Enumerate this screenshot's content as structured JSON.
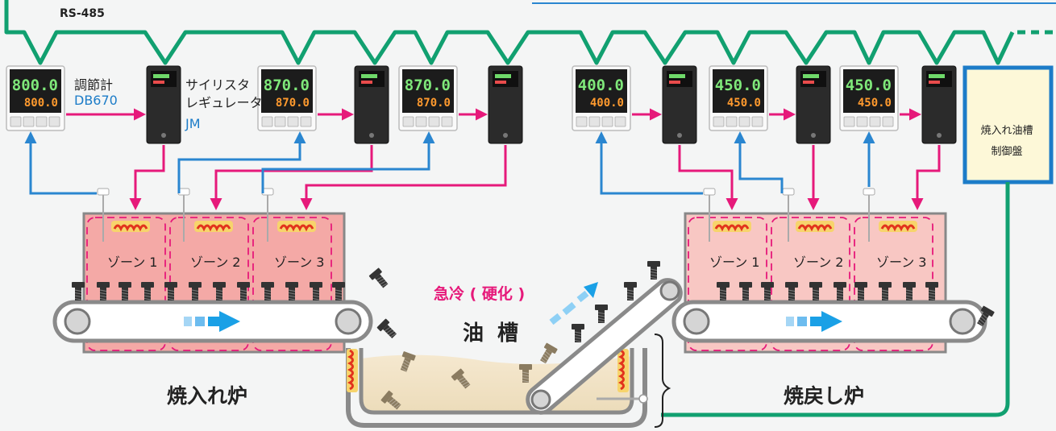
{
  "network": {
    "label": "RS-485"
  },
  "controller_label": {
    "line1": "調節計",
    "model": "DB670"
  },
  "thyristor_label": {
    "line1": "サイリスタ",
    "line2": "レギュレータ",
    "model": "JM"
  },
  "controllers": [
    {
      "pv": "800.0",
      "sv": "800.0"
    },
    {
      "pv": "870.0",
      "sv": "870.0"
    },
    {
      "pv": "870.0",
      "sv": "870.0"
    },
    {
      "pv": "400.0",
      "sv": "400.0"
    },
    {
      "pv": "450.0",
      "sv": "450.0"
    },
    {
      "pv": "450.0",
      "sv": "450.0"
    }
  ],
  "quench_furnace": {
    "name": "焼入れ炉",
    "zones": [
      "ゾーン 1",
      "ゾーン 2",
      "ゾーン 3"
    ]
  },
  "temper_furnace": {
    "name": "焼戻し炉",
    "zones": [
      "ゾーン 1",
      "ゾーン 2",
      "ゾーン 3"
    ]
  },
  "oil_tank": {
    "name": "油 槽",
    "process": "急冷 ( 硬化 )"
  },
  "control_panel": {
    "line1": "焼入れ油槽",
    "line2": "制御盤"
  },
  "colors": {
    "network": "#11a070",
    "power": "#e6197a",
    "signal": "#2a86d0",
    "panel": "#1c7cc8"
  }
}
